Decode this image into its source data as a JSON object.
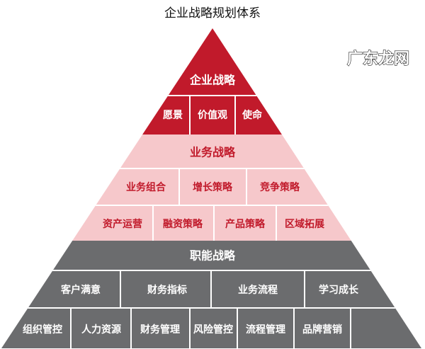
{
  "title": "企业战略规划体系",
  "colors": {
    "corporate": "#c11a2b",
    "business": "#f6c8cb",
    "functional": "#6b6c6e",
    "business_text": "#c11a2b"
  },
  "corporate": {
    "label": "企业战略",
    "items": [
      "愿景",
      "价值观",
      "使命"
    ]
  },
  "business": {
    "label": "业务战略",
    "row1": [
      "业务组合",
      "增长策略",
      "竞争策略"
    ],
    "row2": [
      "资产运营",
      "融资策略",
      "产品策略",
      "区域拓展"
    ]
  },
  "functional": {
    "label": "职能战略",
    "row1": [
      "客户满意",
      "财务指标",
      "业务流程",
      "学习成长"
    ],
    "row2": [
      "组织管控",
      "人力资源",
      "财务管理",
      "风险管控",
      "流程管理",
      "品牌营销",
      ""
    ]
  },
  "watermark": "广东龙网"
}
